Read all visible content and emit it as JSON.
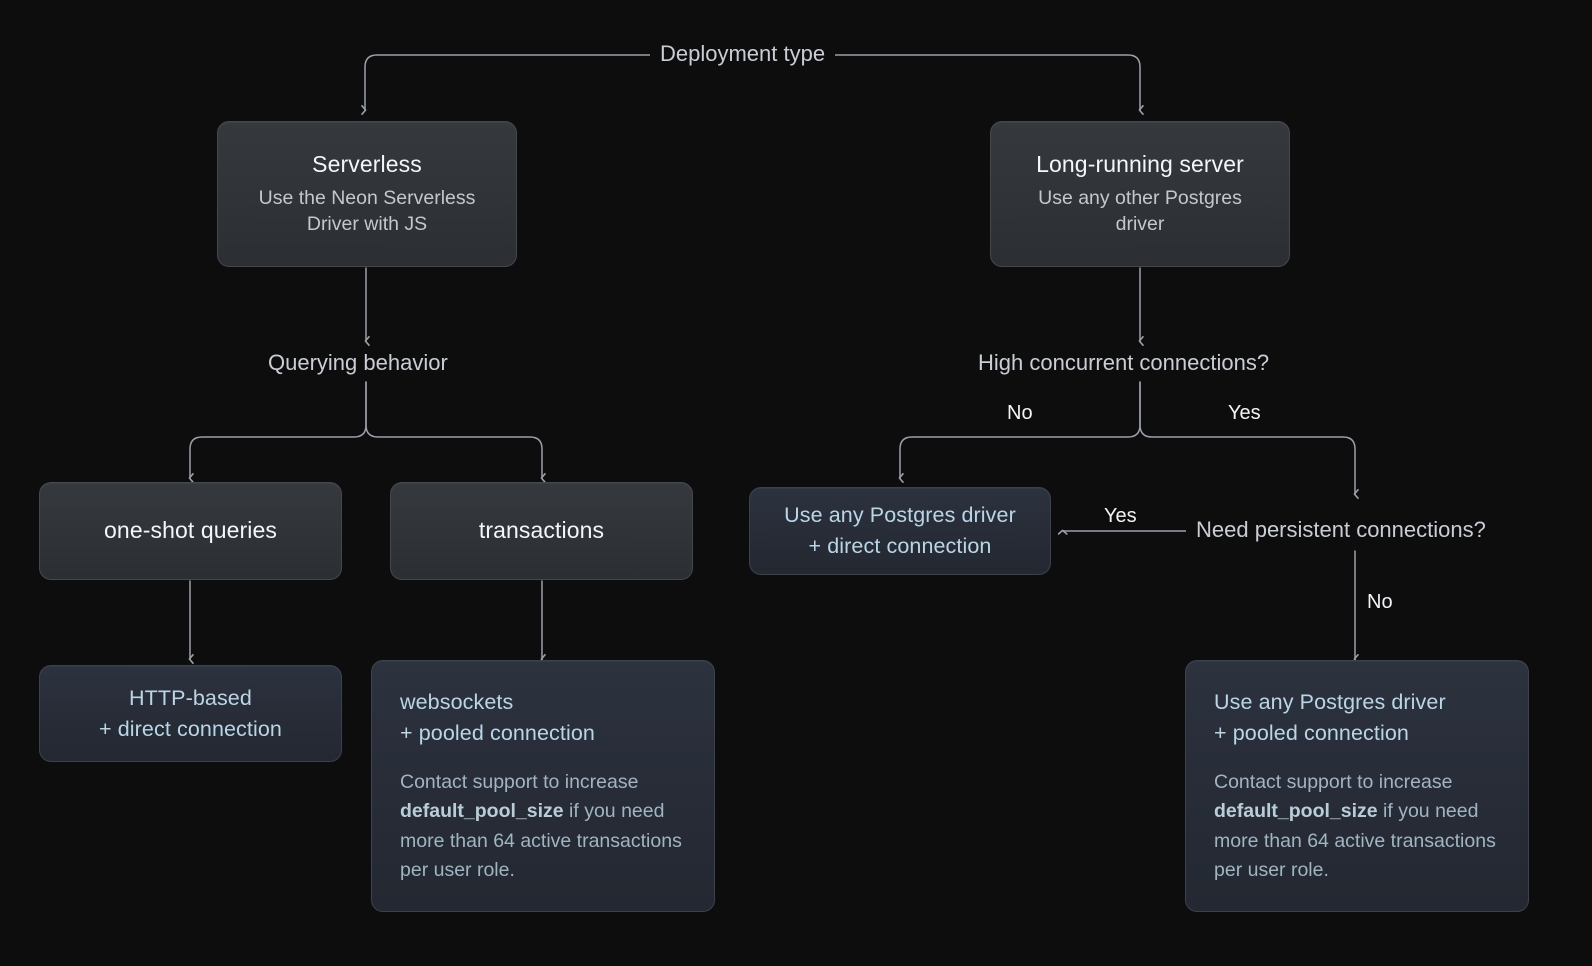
{
  "diagram": {
    "title": "Deployment type",
    "root_label": "Deployment type",
    "colors": {
      "background": "#0d0d0e",
      "node_grey": "#303338",
      "node_blue": "#272c37",
      "connector": "#9aa1a8",
      "text_primary": "#f4f6f8",
      "text_secondary": "#c3c8ce",
      "text_accent": "#b9d6e6"
    },
    "branch_labels": {
      "querying_behavior": "Querying behavior",
      "high_concurrent": "High concurrent connections?",
      "need_persistent": "Need persistent connections?"
    },
    "edge_labels": {
      "concurrent_no": "No",
      "concurrent_yes": "Yes",
      "persistent_yes": "Yes",
      "persistent_no": "No"
    },
    "nodes": {
      "serverless": {
        "title": "Serverless",
        "subtitle": "Use the Neon Serverless Driver with JS"
      },
      "long_running": {
        "title": "Long-running server",
        "subtitle": "Use any other Postgres driver"
      },
      "one_shot": {
        "title": "one-shot queries"
      },
      "transactions": {
        "title": "transactions"
      },
      "http_direct": {
        "title": "HTTP-based\n+ direct connection"
      },
      "websockets_pooled": {
        "title": "websockets\n+ pooled connection",
        "note_before": "Contact support to increase ",
        "note_code": "default_pool_size",
        "note_after": " if you need more than 64 active transactions per user role."
      },
      "pg_direct": {
        "title": "Use any Postgres driver\n+ direct connection"
      },
      "pg_pooled": {
        "title": "Use any Postgres driver\n+ pooled connection",
        "note_before": "Contact support to increase ",
        "note_code": "default_pool_size",
        "note_after": " if you need more than 64 active transactions per user role."
      }
    }
  }
}
